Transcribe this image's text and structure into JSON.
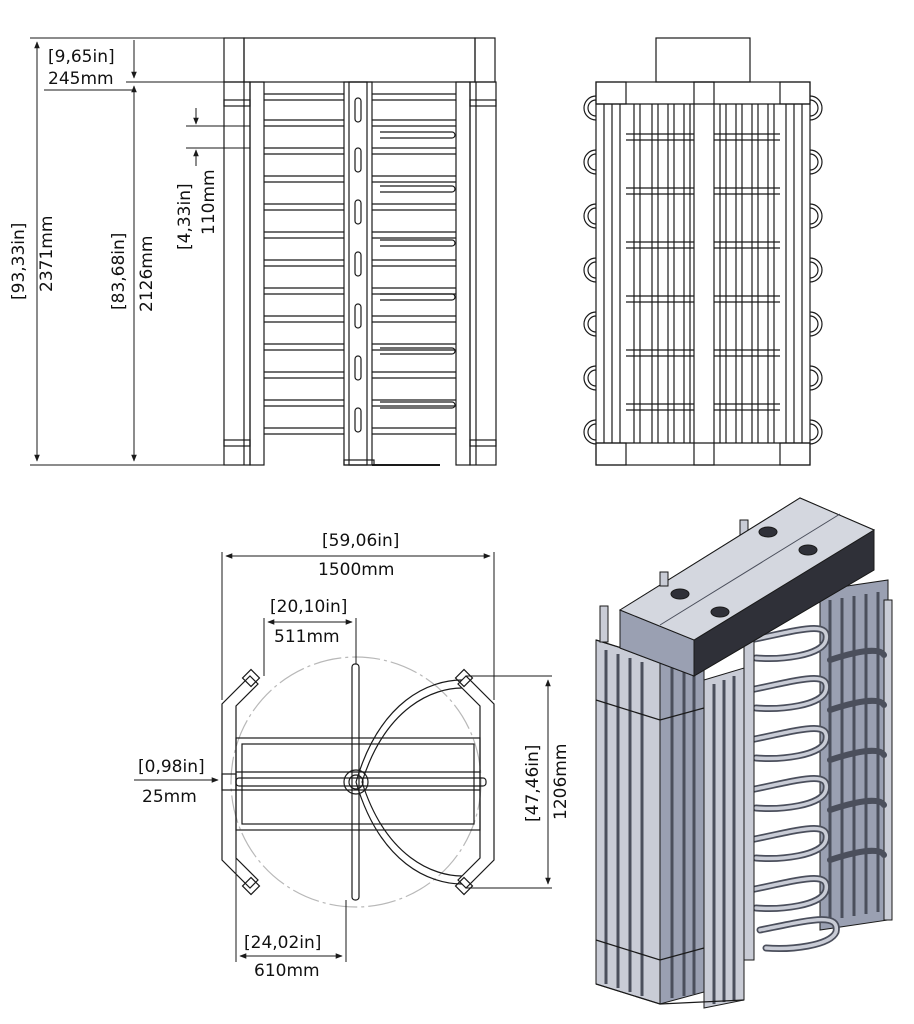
{
  "dimensions": {
    "top_height_in": "[9,65in]",
    "top_height_mm": "245mm",
    "overall_height_in": "[93,33in]",
    "overall_height_mm": "2371mm",
    "frame_height_in": "[83,68in]",
    "frame_height_mm": "2126mm",
    "bar_pitch_in": "[4,33in]",
    "bar_pitch_mm": "110mm",
    "overall_width_in": "[59,06in]",
    "overall_width_mm": "1500mm",
    "radius_in": "[20,10in]",
    "radius_mm": "511mm",
    "post_in": "[0,98in]",
    "post_mm": "25mm",
    "passage_in": "[24,02in]",
    "passage_mm": "610mm",
    "depth_in": "[47,46in]",
    "depth_mm": "1206mm"
  },
  "colors": {
    "line": "#1a1a1a",
    "construction": "#b8b8b8",
    "steel_light": "#c9ccd6",
    "steel_mid": "#9aa0b2",
    "steel_dark": "#4b4f5c",
    "cap_dark": "#2f3038"
  }
}
